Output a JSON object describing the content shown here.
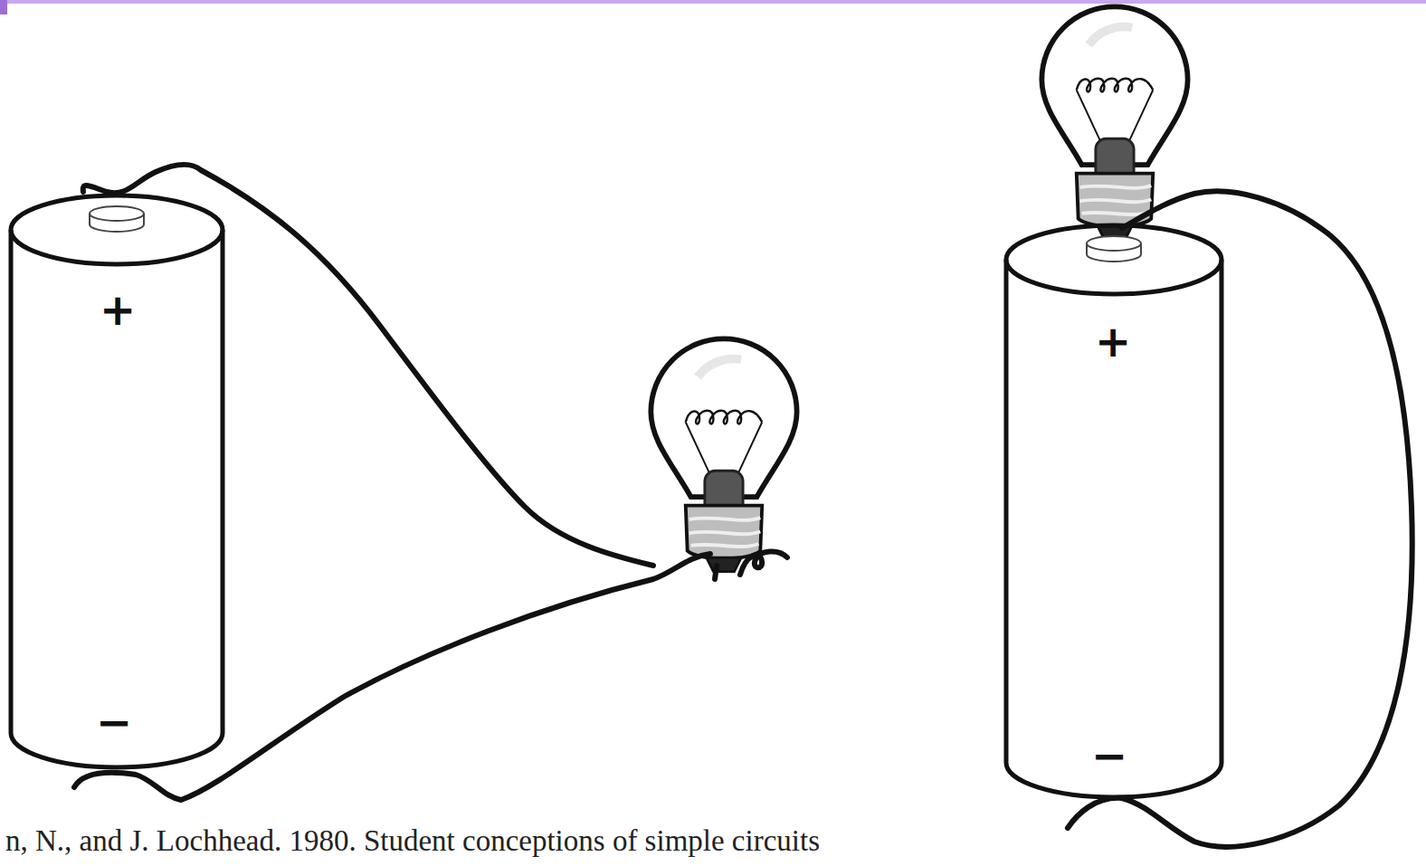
{
  "diagram": {
    "nodes": [
      {
        "text": [
          "+",
          "−"
        ]
      },
      {
        "text": [
          "+",
          "−"
        ]
      }
    ],
    "labels": [
      "n, N., and J. Lochhead. 1980. Student conceptions of simple circuits"
    ]
  }
}
